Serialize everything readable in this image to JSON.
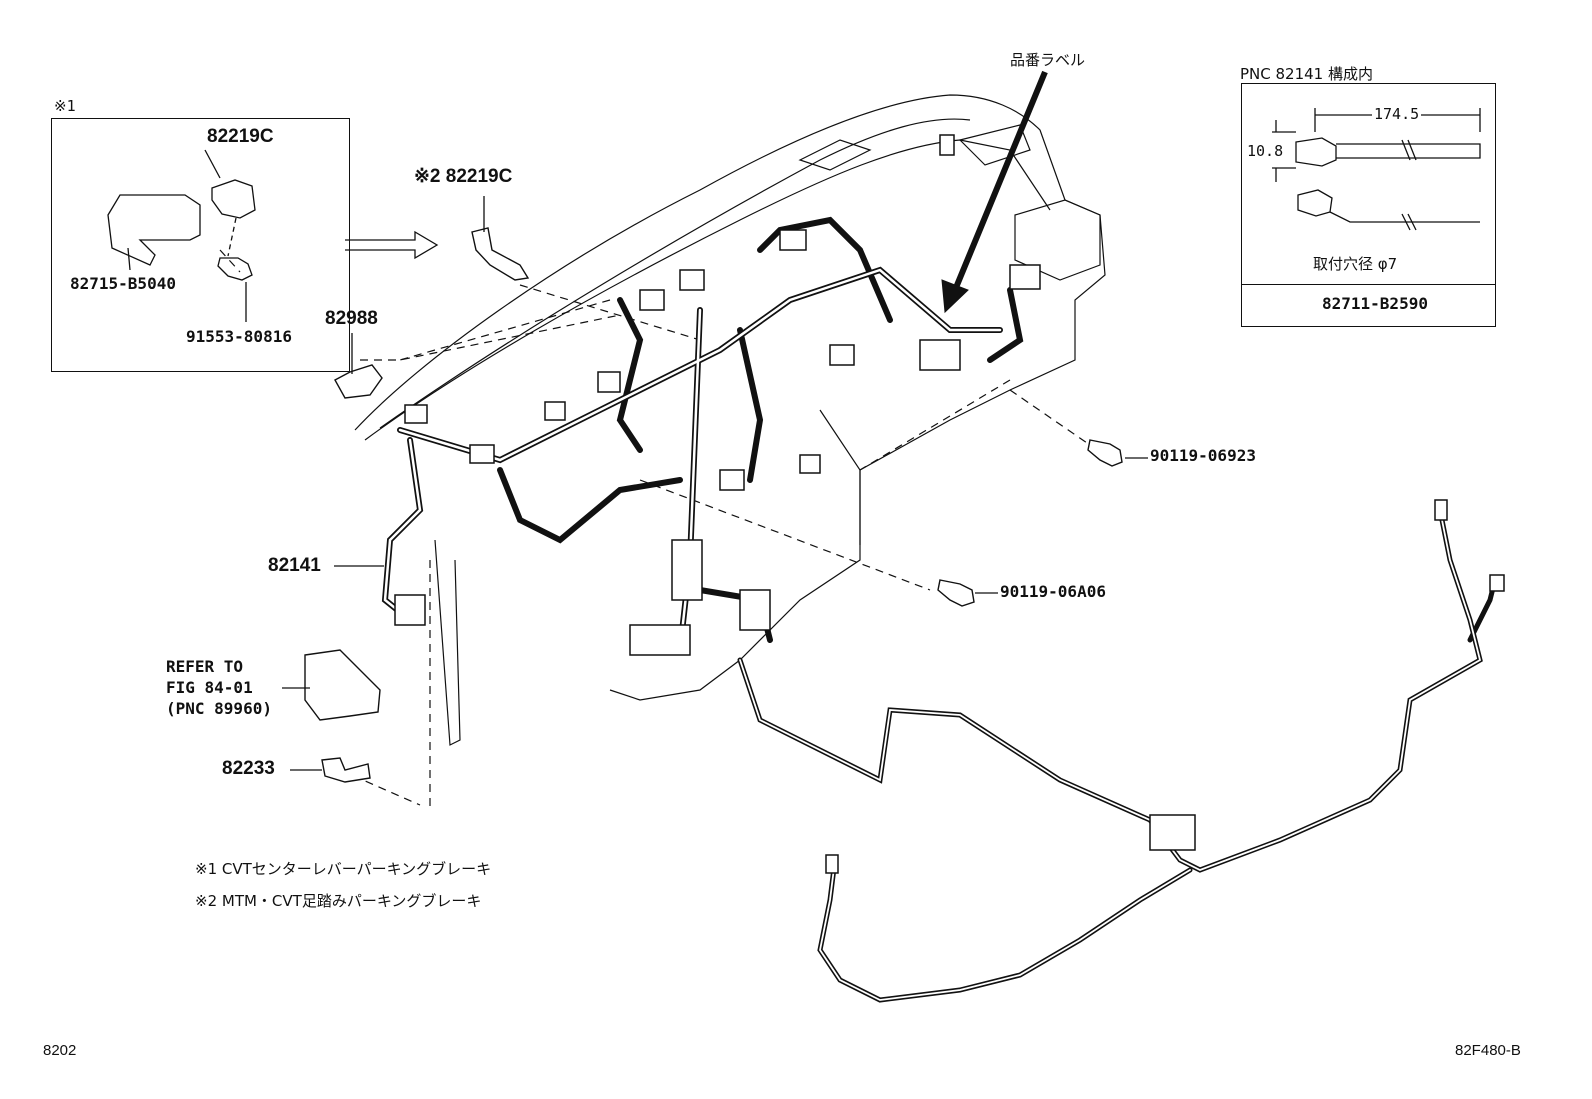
{
  "inset_left": {
    "mark": "※1",
    "parts": [
      "82219C",
      "82715-B5040",
      "91553-80816"
    ]
  },
  "callouts": {
    "c82219c_note": "※2 82219C",
    "c82988": "82988",
    "c82141": "82141",
    "c82233": "82233",
    "c90119_a": "90119-06923",
    "c90119_b": "90119-06A06",
    "refer": [
      "REFER TO",
      "FIG 84-01",
      "(PNC 89960)"
    ],
    "label_tag": "品番ラベル"
  },
  "inset_right": {
    "title": "PNC 82141 構成内",
    "length": "174.5",
    "height": "10.8",
    "hole": "取付穴径 φ7",
    "part": "82711-B2590"
  },
  "notes": [
    "※1 CVTセンターレバーパーキングブレーキ",
    "※2 MTM・CVT足踏みパーキングブレーキ"
  ],
  "footer": {
    "left": "8202",
    "right": "82F480-B"
  }
}
